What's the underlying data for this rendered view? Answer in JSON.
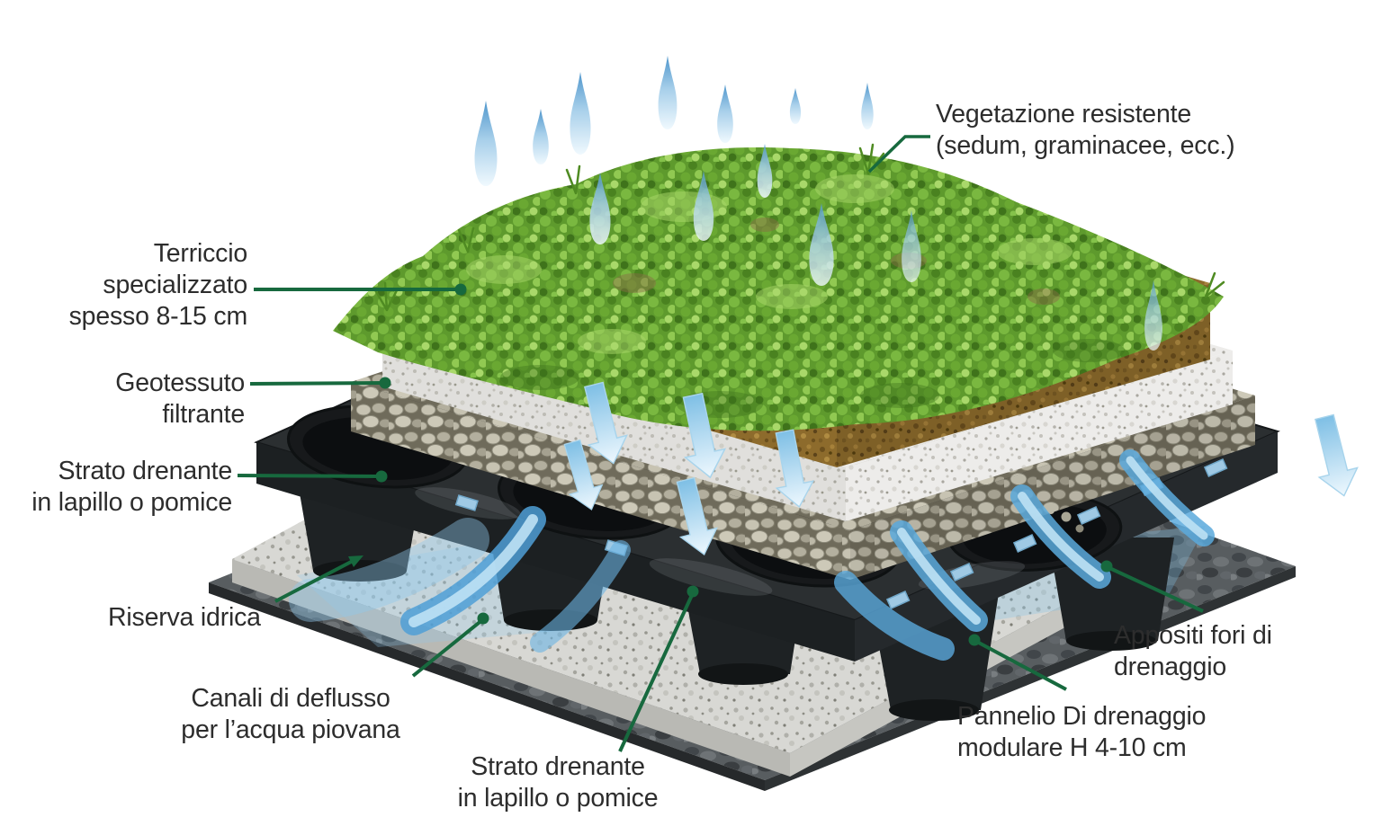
{
  "diagram": {
    "background": "#ffffff",
    "labels": {
      "vegetation": "Vegetazione resistente\n(sedum, graminacee, ecc.)",
      "substrate": "Terriccio\nspecializzato\nspesso 8-15 cm",
      "geotextile": "Geotessuto\nfiltrante",
      "drainage_layer_side": "Strato drenante\nin lapillo o pomice",
      "water_reserve": "Riserva idrica",
      "runoff_channels": "Canali di deflusso\nper l’acqua piovana",
      "drainage_layer_bottom": "Strato drenante\nin lapillo o pomice",
      "drainage_holes": "Appositi fori di\ndrenaggio",
      "drainage_panel": "Pannelio Di drenaggio\nmodulare H 4-10 cm"
    },
    "colors": {
      "text": "#2d2d2d",
      "leader_green": "#17693e",
      "water_blue": "#69b4e3",
      "vegetation_green": "#5e9a2d",
      "soil_brown": "#8d6b2c",
      "fleece_white": "#edecea",
      "gravel_grey": "#b5b1a0",
      "tray_black": "#26292b",
      "panel_grey": "#d8d8d4",
      "mat_dark": "#585d60"
    },
    "icons": {
      "raindrop": "raindrop-icon",
      "flow_arrow": "water-down-arrow-icon",
      "leader_dot": "leader-dot",
      "leader_arrow": "leader-arrowhead-icon"
    }
  }
}
